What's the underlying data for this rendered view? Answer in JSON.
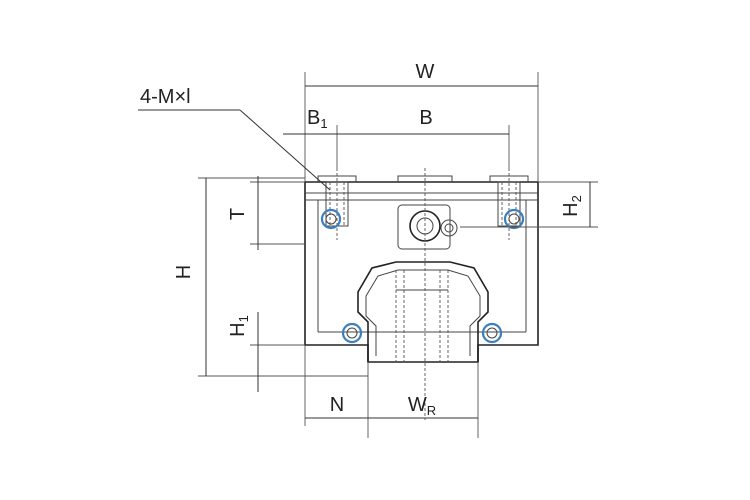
{
  "labels": {
    "mounting": "4-M×l",
    "W": "W",
    "B": "B",
    "B1_main": "B",
    "B1_sub": "1",
    "T": "T",
    "H": "H",
    "H1_main": "H",
    "H1_sub": "1",
    "H2_main": "H",
    "H2_sub": "2",
    "N": "N",
    "WR_main": "W",
    "WR_sub": "R"
  },
  "colors": {
    "line": "#222222",
    "ball_accent": "#3a7fc0"
  }
}
